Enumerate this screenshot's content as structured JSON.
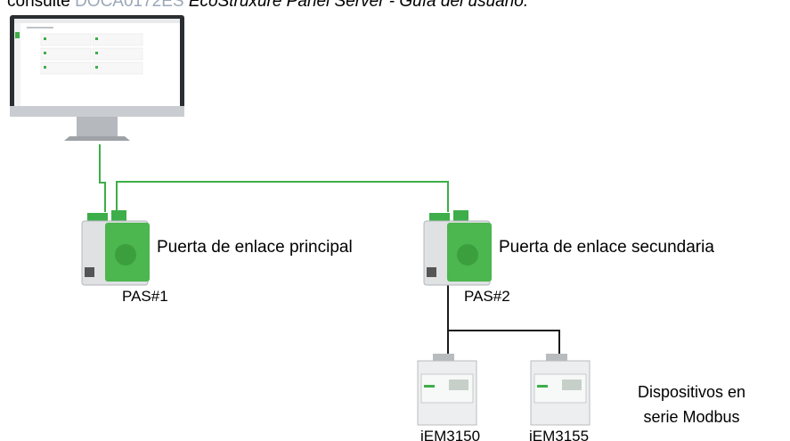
{
  "header": {
    "prefix": "consulte",
    "doc_ref": "DOCA0172ES",
    "guide_title": "EcoStruxure Panel Server - Guía del usuario."
  },
  "labels": {
    "primary_gateway": "Puerta de enlace principal",
    "secondary_gateway": "Puerta de enlace secundaria",
    "pas1": "PAS#1",
    "pas2": "PAS#2",
    "modbus_line1": "Dispositivos en",
    "modbus_line2": "serie Modbus",
    "iem3150": "iEM3150",
    "iem3155": "iEM3155"
  },
  "colors": {
    "ethernet_link": "#3dae49",
    "modbus_link": "#1b1b1b",
    "doc_ref_link": "#9aa8b8"
  },
  "icons": [
    "monitor-icon",
    "gateway-pas1-icon",
    "gateway-pas2-icon",
    "meter-iem3150-icon",
    "meter-iem3155-icon"
  ]
}
